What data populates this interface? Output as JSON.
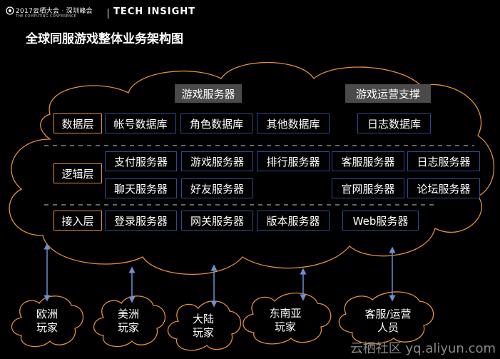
{
  "header": {
    "conference_name": "2017云栖大会 · 深圳峰会",
    "conference_sub": "THE COMPUTING CONFERENCE",
    "brand": "TECH INSIGHT"
  },
  "title": "全球同服游戏整体业务架构图",
  "column_headers": [
    "游戏服务器",
    "游戏运营支撑"
  ],
  "layers": [
    {
      "label": "数据层",
      "items": [
        "帐号数据库",
        "角色数据库",
        "其他数据库",
        "日志数据库"
      ]
    },
    {
      "label": "逻辑层",
      "items": [
        "支付服务器",
        "游戏服务器",
        "排行服务器",
        "客服服务器",
        "日志服务器",
        "聊天服务器",
        "好友服务器",
        "官网服务器",
        "论坛服务器"
      ]
    },
    {
      "label": "接入层",
      "items": [
        "登录服务器",
        "网关服务器",
        "版本服务器",
        "Web服务器"
      ]
    }
  ],
  "players": [
    "欧洲\n玩家",
    "美洲\n玩家",
    "大陆\n玩家",
    "东南亚\n玩家",
    "客服/运营\n人员"
  ],
  "watermark": "云栖社区 yq.aliyun.com",
  "colors": {
    "background": "#000000",
    "cloud_outline": "#e58f3a",
    "box_border": "#2f4a8f",
    "layer_border": "#e58f3a",
    "header_fill": "#4a4a4a",
    "arrow": "#6f8fd0"
  }
}
